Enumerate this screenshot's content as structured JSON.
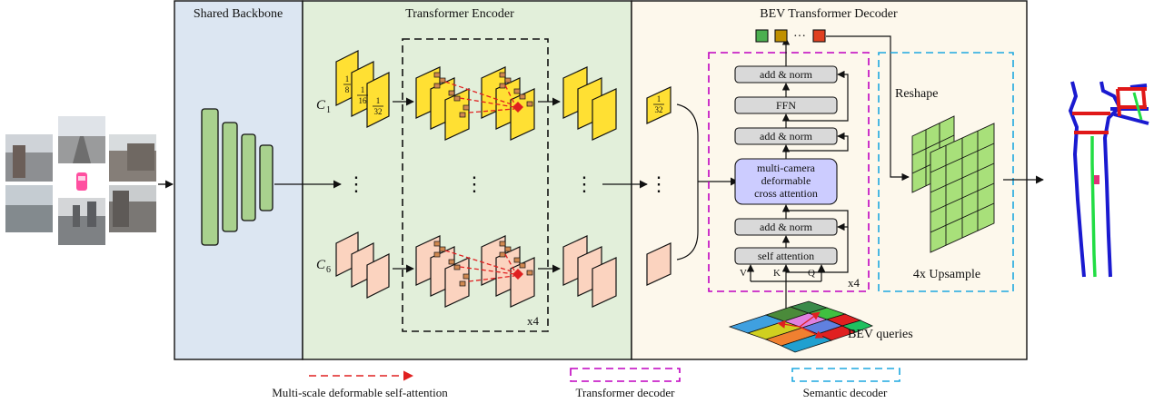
{
  "panels": {
    "backbone_title": "Shared Backbone",
    "encoder_title": "Transformer Encoder",
    "decoder_title": "BEV Transformer Decoder"
  },
  "encoder": {
    "c1_label": "C",
    "c1_sub": "1",
    "c6_label": "C",
    "c6_sub": "6",
    "scale_1": "1",
    "scale_8": "8",
    "scale_16": "16",
    "scale_32": "32",
    "repeat": "x4",
    "ellipsis": "⋮"
  },
  "decoder": {
    "block_add_norm": "add & norm",
    "block_ffn": "FFN",
    "cross_attention": [
      "multi-camera",
      "deformable",
      "cross attention"
    ],
    "self_attention": "self attention",
    "v": "V",
    "k": "K",
    "q": "Q",
    "repeat": "x4",
    "token_ellipsis": "···",
    "reshape": "Reshape",
    "upsample": "4x Upsample",
    "bev_queries": "BEV queries",
    "scale_1": "1",
    "scale_32": "32"
  },
  "legend": {
    "msda": "Multi-scale deformable self-attention",
    "transformer_decoder": "Transformer decoder",
    "semantic_decoder": "Semantic decoder"
  },
  "colors": {
    "backbone_bg": "#dce6f2",
    "encoder_bg": "#e2efda",
    "decoder_bg": "#fdf8ec",
    "backbone_block": "#a9d18e",
    "feature_yellow": "#ffe033",
    "feature_peach": "#fbd3bf",
    "block_gray": "#d9d9d9",
    "cross_attn": "#ccccff",
    "transformer_dashed": "#c000c0",
    "semantic_dashed": "#1ea8e0",
    "attention_red": "#e02020",
    "token_green": "#4caf50",
    "token_olive": "#c09000",
    "token_red": "#e04020",
    "grid_green": "#a8e07a",
    "road_blue": "#1a1ad0",
    "road_red": "#e01818",
    "road_green": "#22dd44"
  }
}
